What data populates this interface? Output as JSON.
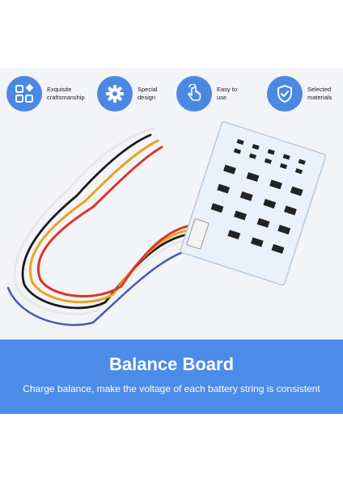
{
  "features": [
    {
      "icon": "grid-shapes-icon",
      "label": "Exquisite\ncraftsmanship"
    },
    {
      "icon": "gear-icon",
      "label": "Special\ndesign"
    },
    {
      "icon": "touch-hand-icon",
      "label": "Easy to\nuse"
    },
    {
      "icon": "shield-check-icon",
      "label": "Selected\nmaterials"
    }
  ],
  "banner": {
    "title": "Balance Board",
    "subtitle": "Charge balance, make the voltage of each battery string is consistent"
  },
  "colors": {
    "accent": "#4b88e3",
    "banner": "#4c8be8",
    "background": "#f3f4f8"
  }
}
